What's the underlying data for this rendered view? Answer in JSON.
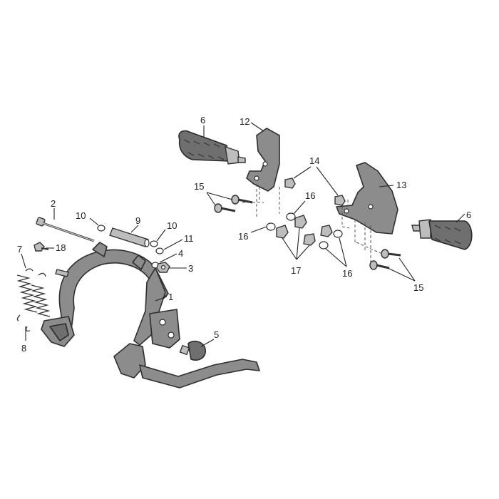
{
  "callouts": {
    "c1": "1",
    "c2": "2",
    "c3": "3",
    "c4": "4",
    "c5": "5",
    "c6a": "6",
    "c6b": "6",
    "c7": "7",
    "c8": "8",
    "c9": "9",
    "c10a": "10",
    "c10b": "10",
    "c11": "11",
    "c12": "12",
    "c13": "13",
    "c14": "14",
    "c15a": "15",
    "c15b": "15",
    "c16a": "16",
    "c16b": "16",
    "c16c": "16",
    "c17": "17",
    "c18": "18"
  }
}
